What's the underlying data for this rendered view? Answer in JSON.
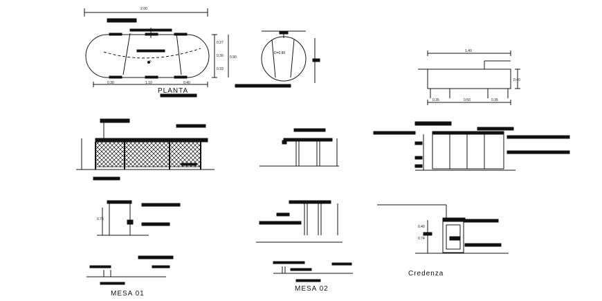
{
  "drawing": {
    "top_dimension": "2.00",
    "plan_caption": "PLANTA",
    "mesa01_caption": "MESA 01",
    "mesa02_caption": "MESA 02",
    "credenza_caption": "Credenza",
    "plan_dims_bottom": [
      "0.30",
      "1.10",
      "0.40"
    ],
    "plan_dims_right": [
      "0.27",
      "0.30",
      "0.33"
    ],
    "plan_dim_total": "0.90",
    "round_diameter": "D=0.80",
    "credenza_top_dim": "1.40",
    "credenza_bottom_dims": [
      "0.35",
      "0.50",
      "0.35"
    ],
    "credenza_right_dim": "0.40",
    "mesa01_detail_dim": "0.75",
    "credenza_section_dims": [
      "0.74",
      "0.40"
    ]
  }
}
